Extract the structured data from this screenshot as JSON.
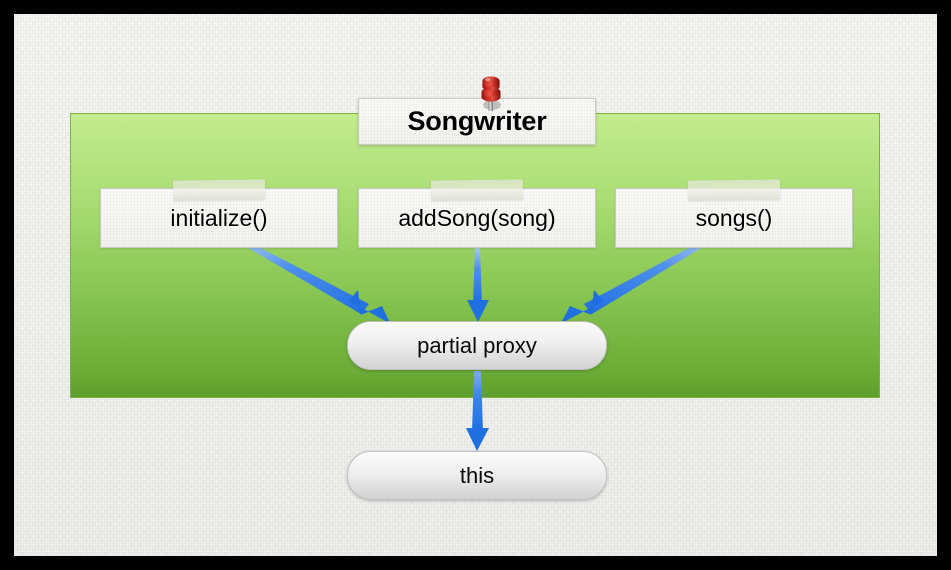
{
  "diagram": {
    "title": "Songwriter",
    "pushpin_icon": "pushpin-icon",
    "panel_color_top": "#c3ec8e",
    "panel_color_bottom": "#5d9e2c",
    "arrow_color": "#2878e8",
    "methods": [
      {
        "label": "initialize()"
      },
      {
        "label": "addSong(song)"
      },
      {
        "label": "songs()"
      }
    ],
    "nodes": [
      {
        "label": "partial proxy"
      },
      {
        "label": "this"
      }
    ],
    "edges": [
      {
        "from": "initialize()",
        "to": "partial proxy"
      },
      {
        "from": "addSong(song)",
        "to": "partial proxy"
      },
      {
        "from": "songs()",
        "to": "partial proxy"
      },
      {
        "from": "partial proxy",
        "to": "this"
      }
    ]
  }
}
